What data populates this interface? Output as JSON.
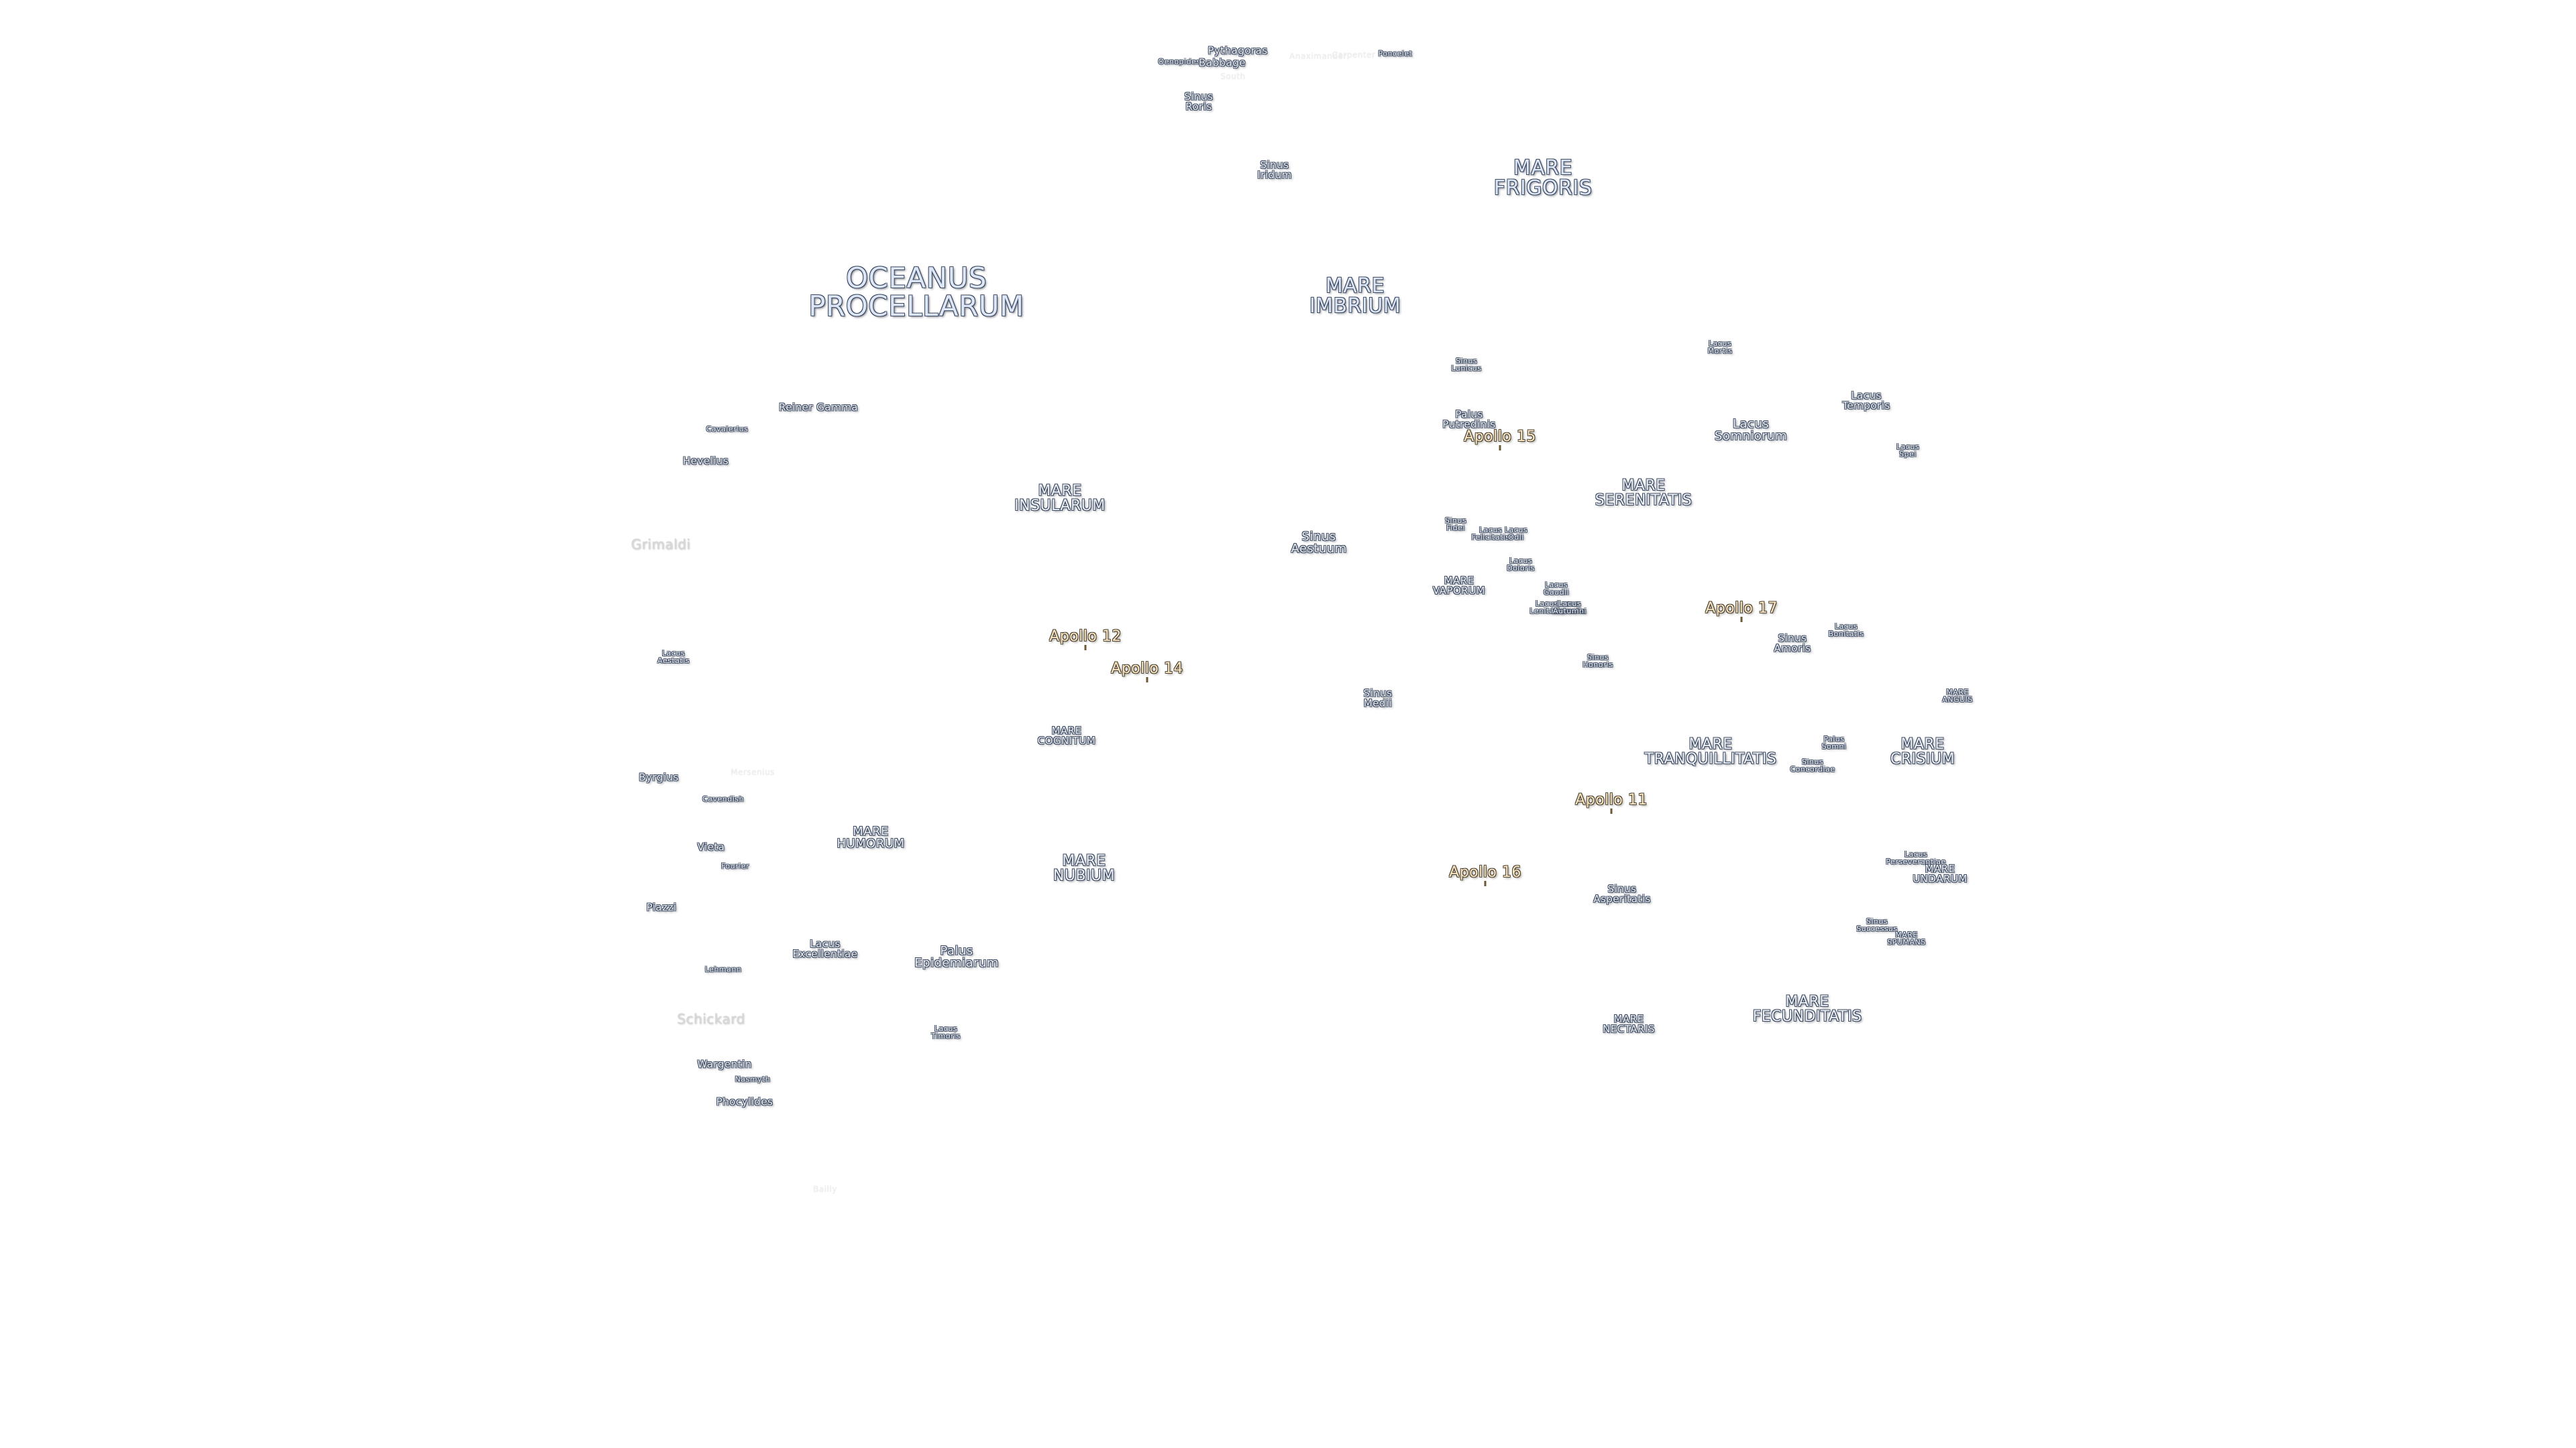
{
  "map": {
    "labels": [
      {
        "text": "Pythagoras",
        "kind": "crater"
      },
      {
        "text": "Oenopides",
        "kind": "crater-small"
      },
      {
        "text": "Babbage",
        "kind": "crater"
      },
      {
        "text": "South",
        "kind": "crater-ghost"
      },
      {
        "text": "Anaximander",
        "kind": "crater-ghost"
      },
      {
        "text": "Carpenter",
        "kind": "crater-ghost"
      },
      {
        "text": "Poncelet",
        "kind": "crater-small"
      },
      {
        "text": "Sinus\nRoris",
        "kind": "lacus"
      },
      {
        "text": "Sinus\nIridum",
        "kind": "lacus"
      },
      {
        "text": "MARE\nFRIGORIS",
        "kind": "sea-l"
      },
      {
        "text": "OCEANUS\nPROCELLARUM",
        "kind": "sea-xl"
      },
      {
        "text": "MARE\nIMBRIUM",
        "kind": "sea-l"
      },
      {
        "text": "Sinus\nLunicus",
        "kind": "lacus-s"
      },
      {
        "text": "Lacus\nMortis",
        "kind": "lacus-s"
      },
      {
        "text": "Lacus\nTemporis",
        "kind": "lacus"
      },
      {
        "text": "Lacus\nSomniorum",
        "kind": "sinus"
      },
      {
        "text": "Lacus\nSpei",
        "kind": "lacus-s"
      },
      {
        "text": "Reiner Gamma",
        "kind": "crater"
      },
      {
        "text": "Cavalerius",
        "kind": "crater-small"
      },
      {
        "text": "Hevelius",
        "kind": "crater"
      },
      {
        "text": "Palus\nPutredinis",
        "kind": "lacus"
      },
      {
        "text": "MARE\nSERENITATIS",
        "kind": "sea-m"
      },
      {
        "text": "MARE\nINSULARUM",
        "kind": "sea-m"
      },
      {
        "text": "Grimaldi",
        "kind": "crater-faint"
      },
      {
        "text": "Sinus\nAestuum",
        "kind": "sinus"
      },
      {
        "text": "Sinus\nFidei",
        "kind": "lacus-s"
      },
      {
        "text": "Lacus\nFelicitatis",
        "kind": "lacus-s"
      },
      {
        "text": "Lacus\nOdii",
        "kind": "lacus-s"
      },
      {
        "text": "Lacus\nDoloris",
        "kind": "lacus-s"
      },
      {
        "text": "MARE\nVAPORUM",
        "kind": "lacus"
      },
      {
        "text": "Lacus\nGaudii",
        "kind": "lacus-s"
      },
      {
        "text": "Lacus\nLenitatis",
        "kind": "lacus-s"
      },
      {
        "text": "Lacus\nHiemalis",
        "kind": "lacus-s"
      },
      {
        "text": "Lacus\nAutumni",
        "kind": "lacus-s"
      },
      {
        "text": "Sinus\nAmoris",
        "kind": "lacus"
      },
      {
        "text": "Lacus\nBonitatis",
        "kind": "lacus-s"
      },
      {
        "text": "Sinus\nHonoris",
        "kind": "lacus-s"
      },
      {
        "text": "Sinus\nMedii",
        "kind": "lacus"
      },
      {
        "text": "MARE\nANGUIS",
        "kind": "lacus-s"
      },
      {
        "text": "MARE\nCOGNITUM",
        "kind": "lacus"
      },
      {
        "text": "MARE\nTRANQUILLITATIS",
        "kind": "sea-m"
      },
      {
        "text": "Palus\nSomni",
        "kind": "lacus-s"
      },
      {
        "text": "Sinus\nConcordiae",
        "kind": "lacus-s"
      },
      {
        "text": "MARE\nCRISIUM",
        "kind": "sea-m"
      },
      {
        "text": "Byrgius",
        "kind": "crater"
      },
      {
        "text": "Cavendish",
        "kind": "crater-small"
      },
      {
        "text": "Mersenius",
        "kind": "crater-ghost"
      },
      {
        "text": "MARE\nHUMORUM",
        "kind": "sinus"
      },
      {
        "text": "MARE\nNUBIUM",
        "kind": "sea-m"
      },
      {
        "text": "Vieta",
        "kind": "crater"
      },
      {
        "text": "Fourier",
        "kind": "crater-small"
      },
      {
        "text": "Piazzi",
        "kind": "crater"
      },
      {
        "text": "Lacus\nPerseverantiae",
        "kind": "lacus-s"
      },
      {
        "text": "MARE\nUNDARUM",
        "kind": "lacus"
      },
      {
        "text": "Sinus\nAsperitatis",
        "kind": "lacus"
      },
      {
        "text": "Lacus\nExcellentiae",
        "kind": "lacus"
      },
      {
        "text": "Palus\nEpidemiarum",
        "kind": "sinus"
      },
      {
        "text": "Sinus\nSuccessus",
        "kind": "lacus-s"
      },
      {
        "text": "MARE\nSPUMANS",
        "kind": "lacus-s"
      },
      {
        "text": "Lehmann",
        "kind": "crater-small"
      },
      {
        "text": "Schickard",
        "kind": "crater-faint"
      },
      {
        "text": "Lacus\nTimoris",
        "kind": "lacus-s"
      },
      {
        "text": "MARE\nNECTARIS",
        "kind": "lacus"
      },
      {
        "text": "MARE\nFECUNDITATIS",
        "kind": "sea-m"
      },
      {
        "text": "Wargentin",
        "kind": "crater"
      },
      {
        "text": "Nasmyth",
        "kind": "crater-small"
      },
      {
        "text": "Phocylides",
        "kind": "crater"
      },
      {
        "text": "Bailly",
        "kind": "crater-ghost"
      },
      {
        "text": "Lacus\nAestatis",
        "kind": "lacus-s"
      }
    ],
    "apollo_sites": [
      {
        "text": "Apollo 15"
      },
      {
        "text": "Apollo 17"
      },
      {
        "text": "Apollo 12"
      },
      {
        "text": "Apollo 14"
      },
      {
        "text": "Apollo 11"
      },
      {
        "text": "Apollo 16"
      }
    ]
  }
}
